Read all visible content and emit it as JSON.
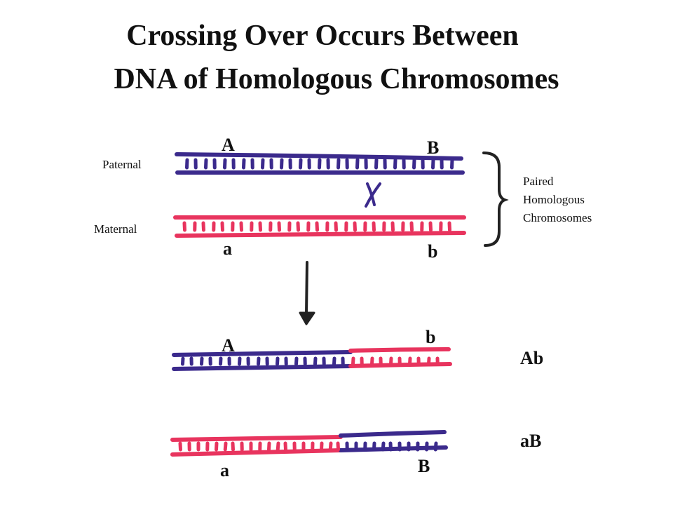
{
  "title": {
    "line1": "Crossing Over Occurs Between",
    "line2": "DNA of Homologous Chromosomes"
  },
  "labels": {
    "paternal": "Paternal",
    "maternal": "Maternal",
    "paired": [
      "Paired",
      "Homologous",
      "Chromosomes"
    ]
  },
  "genes": {
    "top_A": "A",
    "top_B": "B",
    "top_a": "a",
    "top_b": "b",
    "bottom_A": "A",
    "bottom_b": "b",
    "bottom_a": "a",
    "bottom_B": "B"
  },
  "recombinants": {
    "first": "Ab",
    "second": "aB"
  },
  "colors": {
    "paternal": "#3b2a8c",
    "maternal": "#e8345e",
    "ink": "#222222"
  }
}
